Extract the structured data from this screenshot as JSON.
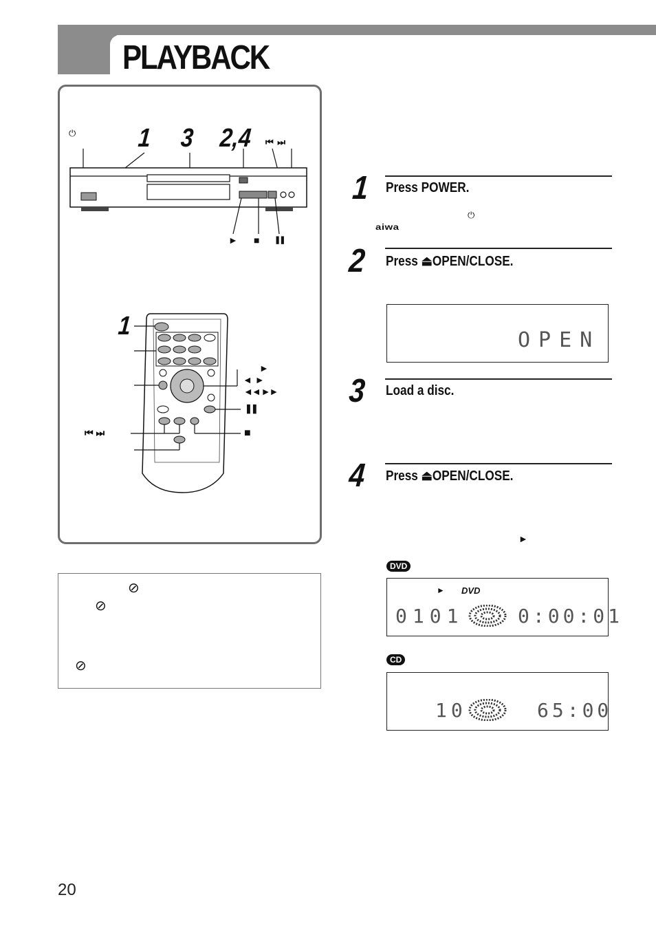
{
  "header": {
    "title": "PLAYBACK"
  },
  "panel": {
    "step_labels": [
      "1",
      "3",
      "2,4"
    ],
    "skip_symbols": "⏮ ⏭",
    "power_symbol": "⏻",
    "unit_button_symbols": [
      "►",
      "■",
      "❚❚"
    ],
    "remote_step_label": "1",
    "remote_symbols": {
      "play": "►",
      "left_right": "◄ ►",
      "rew_ff": "◄◄ ►►",
      "pause": "❚❚",
      "skip": "⏮ ⏭",
      "stop": "■"
    }
  },
  "note": {
    "prohibit_symbol": "⊘"
  },
  "steps": [
    {
      "number": "1",
      "text": "Press POWER.",
      "power_symbol": "⏻",
      "brand": "aiwa"
    },
    {
      "number": "2",
      "text": "Press ⏏OPEN/CLOSE."
    },
    {
      "number": "3",
      "text": "Load a disc."
    },
    {
      "number": "4",
      "text": "Press ⏏OPEN/CLOSE.",
      "play_symbol": "►"
    }
  ],
  "displays": {
    "open": "OPEN",
    "dvd": {
      "badge": "DVD",
      "play": "►",
      "dvd_logo": "DVD",
      "left": "0101",
      "right": "0:00:01"
    },
    "cd": {
      "badge": "CD",
      "left": "10",
      "right": "65:00"
    }
  },
  "page_number": "20"
}
